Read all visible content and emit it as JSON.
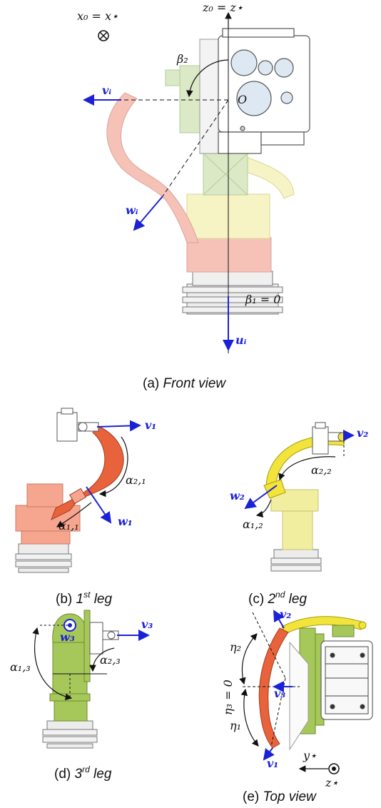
{
  "panel_a": {
    "label_x0": "x₀ = x⋆",
    "label_z0": "z₀ = z⋆",
    "label_beta2": "β₂",
    "label_vi": "vᵢ",
    "label_O": "O",
    "label_wi": "wᵢ",
    "label_beta1": "β₁ = 0",
    "label_ui": "uᵢ",
    "caption_prefix": "(a) ",
    "caption_text": "Front view"
  },
  "panel_b": {
    "label_v1": "v₁",
    "label_alpha21": "α₂,₁",
    "label_w1": "w₁",
    "label_alpha11": "α₁,₁",
    "caption_prefix": "(b) ",
    "caption_num": "1",
    "caption_sup": "st",
    "caption_rest": " leg"
  },
  "panel_c": {
    "label_v2": "v₂",
    "label_alpha22": "α₂,₂",
    "label_w2": "w₂",
    "label_alpha12": "α₁,₂",
    "caption_prefix": "(c) ",
    "caption_num": "2",
    "caption_sup": "nd",
    "caption_rest": " leg"
  },
  "panel_d": {
    "label_v3": "v₃",
    "label_w3": "w₃",
    "label_alpha13": "α₁,₃",
    "label_alpha23": "α₂,₃",
    "caption_prefix": "(d) ",
    "caption_num": "3",
    "caption_sup": "rd",
    "caption_rest": " leg"
  },
  "panel_e": {
    "label_v2": "v₂",
    "label_eta2": "η₂",
    "label_eta3": "η₃ = 0",
    "label_v3": "v₃",
    "label_eta1": "η₁",
    "label_ystar": "y⋆",
    "label_v1": "v₁",
    "label_zstar": "z⋆",
    "caption_prefix": "(e) ",
    "caption_text": "Top view"
  },
  "colors": {
    "blue": "#1b22d6",
    "red_leg": "#e8623c",
    "pink_leg": "#f6c2b8",
    "yellow_leg": "#f2e43a",
    "pale_yellow": "#f6f3c4",
    "green": "#a6c85a",
    "pale_green": "#dbe9c6",
    "gray": "#e6e6e6"
  }
}
